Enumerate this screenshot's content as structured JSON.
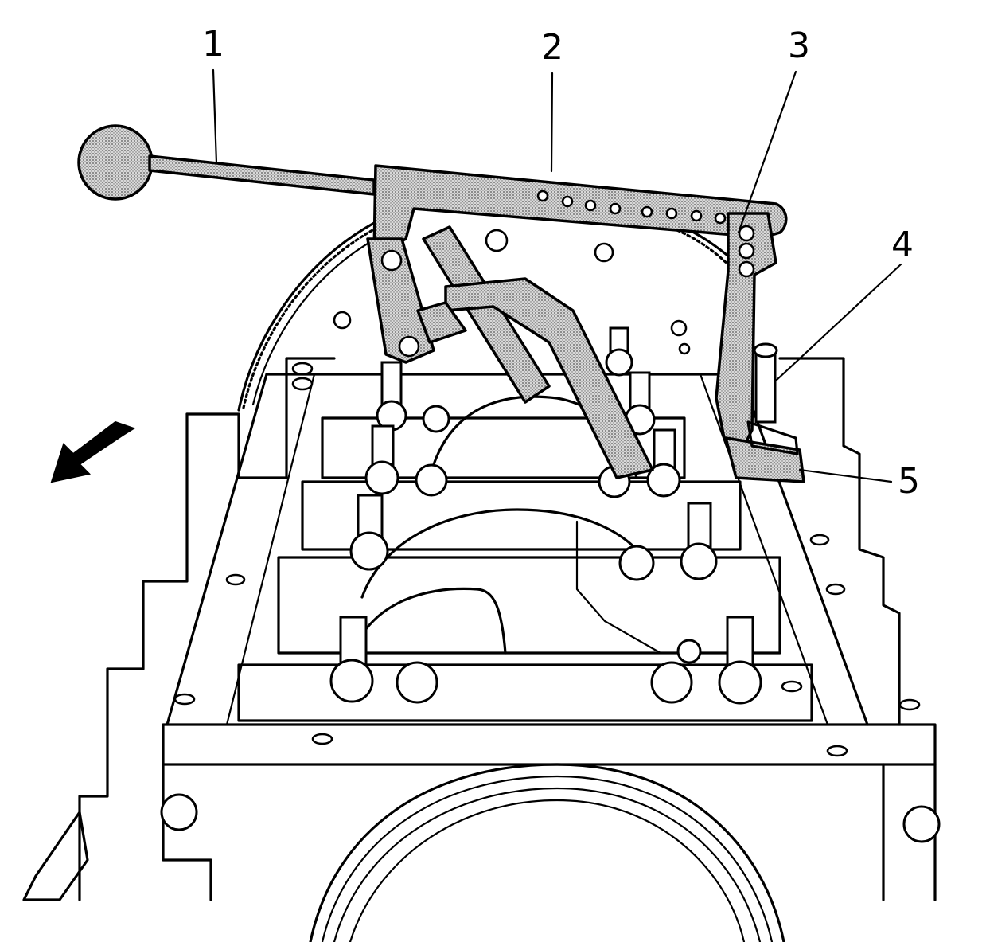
{
  "callouts": [
    {
      "id": "1",
      "label": "1"
    },
    {
      "id": "2",
      "label": "2"
    },
    {
      "id": "3",
      "label": "3"
    },
    {
      "id": "4",
      "label": "4"
    },
    {
      "id": "5",
      "label": "5"
    }
  ],
  "colors": {
    "line": "#000000",
    "background": "#ffffff",
    "tool_fill": "stipple-gray"
  }
}
